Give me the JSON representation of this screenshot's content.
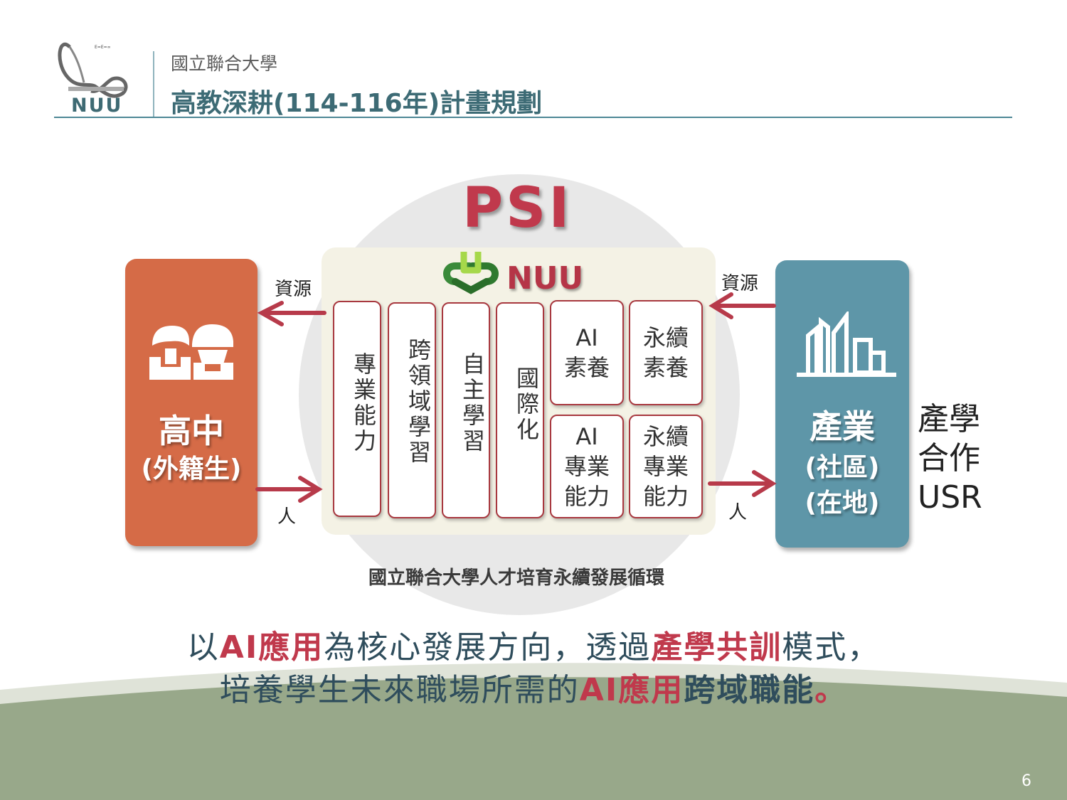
{
  "header": {
    "logo_text": "NUU",
    "university": "國立聯合大學",
    "title": "高教深耕(114-116年)計畫規劃"
  },
  "diagram": {
    "psi": "PSI",
    "nuu_label": "NUU",
    "center_columns": [
      {
        "label": "專業能力"
      },
      {
        "label": "跨領域學習"
      },
      {
        "label": "自主學習"
      },
      {
        "label": "國際化"
      }
    ],
    "grid_boxes": [
      {
        "lines": [
          "AI",
          "素養"
        ]
      },
      {
        "lines": [
          "永續",
          "素養"
        ]
      },
      {
        "lines": [
          "AI",
          "專業",
          "能力"
        ]
      },
      {
        "lines": [
          "永續",
          "專業",
          "能力"
        ]
      }
    ],
    "left_block": {
      "title": "高中",
      "subtitle": "(外籍生)",
      "icon": "students-icon"
    },
    "right_block": {
      "title": "產業",
      "line2": "(社區)",
      "line3": "(在地)",
      "icon": "buildings-icon"
    },
    "usr_lines": [
      "產學",
      "合作",
      "USR"
    ],
    "arrow_labels": {
      "left_top": "資源",
      "left_bottom": "人",
      "right_top": "資源",
      "right_bottom": "人"
    },
    "caption": "國立聯合大學人才培育永續發展循環"
  },
  "summary": {
    "line1": [
      {
        "text": "以",
        "style": "plain"
      },
      {
        "text": "AI應用",
        "style": "red"
      },
      {
        "text": "為核心發展方向，透過",
        "style": "plain"
      },
      {
        "text": "產學共訓",
        "style": "red"
      },
      {
        "text": "模式，",
        "style": "plain"
      }
    ],
    "line2": [
      {
        "text": "培養學生未來職場所需的",
        "style": "plain"
      },
      {
        "text": "AI應用",
        "style": "red"
      },
      {
        "text": "跨域職能",
        "style": "dark"
      },
      {
        "text": "。",
        "style": "red"
      }
    ]
  },
  "page_number": "6",
  "colors": {
    "accent_red": "#c0394c",
    "high_school_orange": "#d56b47",
    "industry_blue": "#5e96a8",
    "footer_green": "#98a88a",
    "header_teal": "#3d6b75"
  }
}
